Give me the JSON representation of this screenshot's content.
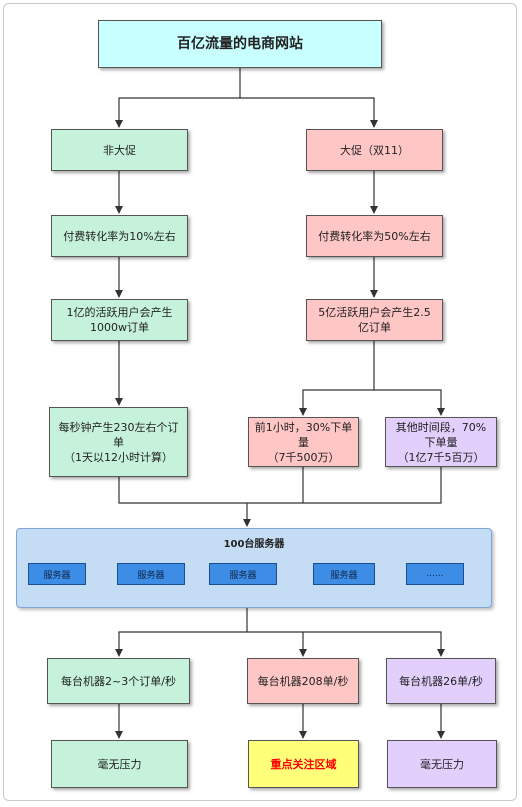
{
  "title": "百亿流量的电商网站",
  "left_branch": {
    "header": "非大促",
    "conversion": "付费转化率为10%左右",
    "orders": "1亿的活跃用户会产生\n1000w订单",
    "per_second": "每秒钟产生230左右个订\n单\n（1天以12小时计算）"
  },
  "right_branch": {
    "header": "大促（双11）",
    "conversion": "付费转化率为50%左右",
    "orders": "5亿活跃用户会产生2.5\n亿订单",
    "first_hour": "前1小时，30%下单\n量\n（7千500万）",
    "other_time": "其他时间段，70%\n下单量\n（1亿7千5百万）"
  },
  "server_group": {
    "title": "100台服务器",
    "servers": [
      "服务器",
      "服务器",
      "服务器",
      "服务器",
      "......"
    ]
  },
  "load": {
    "left": "每台机器2~3个订单/秒",
    "middle": "每台机器208单/秒",
    "right": "每台机器26单/秒"
  },
  "result": {
    "left": "毫无压力",
    "middle": "重点关注区域",
    "right": "毫无压力"
  }
}
